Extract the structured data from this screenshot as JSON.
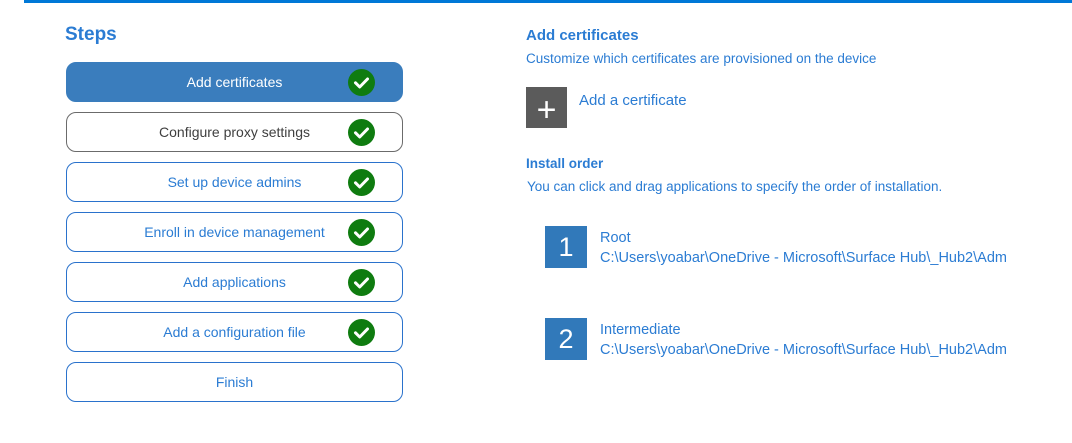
{
  "colors": {
    "accent_line": "#0078d7",
    "text_blue": "#2b7cd3",
    "active_step_bg": "#3a7dbd",
    "step_border_blue": "#2a72cc",
    "step_border_gray": "#6b6b6b",
    "check_green": "#0f7c10",
    "order_badge_blue": "#3179ba",
    "add_tile_gray": "#5b5b5b"
  },
  "steps_panel": {
    "title": "Steps",
    "items": [
      {
        "label": "Add certificates",
        "state": "active",
        "checked": true
      },
      {
        "label": "Configure proxy settings",
        "state": "gray",
        "checked": true
      },
      {
        "label": "Set up device admins",
        "state": "default",
        "checked": true
      },
      {
        "label": "Enroll in device management",
        "state": "default",
        "checked": true
      },
      {
        "label": "Add applications",
        "state": "default",
        "checked": true
      },
      {
        "label": "Add a configuration file",
        "state": "default",
        "checked": true
      },
      {
        "label": "Finish",
        "state": "default",
        "checked": false
      }
    ]
  },
  "content": {
    "title": "Add certificates",
    "subtitle": "Customize which certificates are provisioned on the device",
    "add_button": {
      "label": "Add a certificate",
      "icon": "plus-icon",
      "icon_glyph": "+"
    },
    "install_order": {
      "title": "Install order",
      "description": "You can click and drag applications to specify the order of installation.",
      "items": [
        {
          "order": "1",
          "name": "Root",
          "path": "C:\\Users\\yoabar\\OneDrive - Microsoft\\Surface Hub\\_Hub2\\Adm"
        },
        {
          "order": "2",
          "name": "Intermediate",
          "path": "C:\\Users\\yoabar\\OneDrive - Microsoft\\Surface Hub\\_Hub2\\Adm"
        }
      ]
    }
  }
}
